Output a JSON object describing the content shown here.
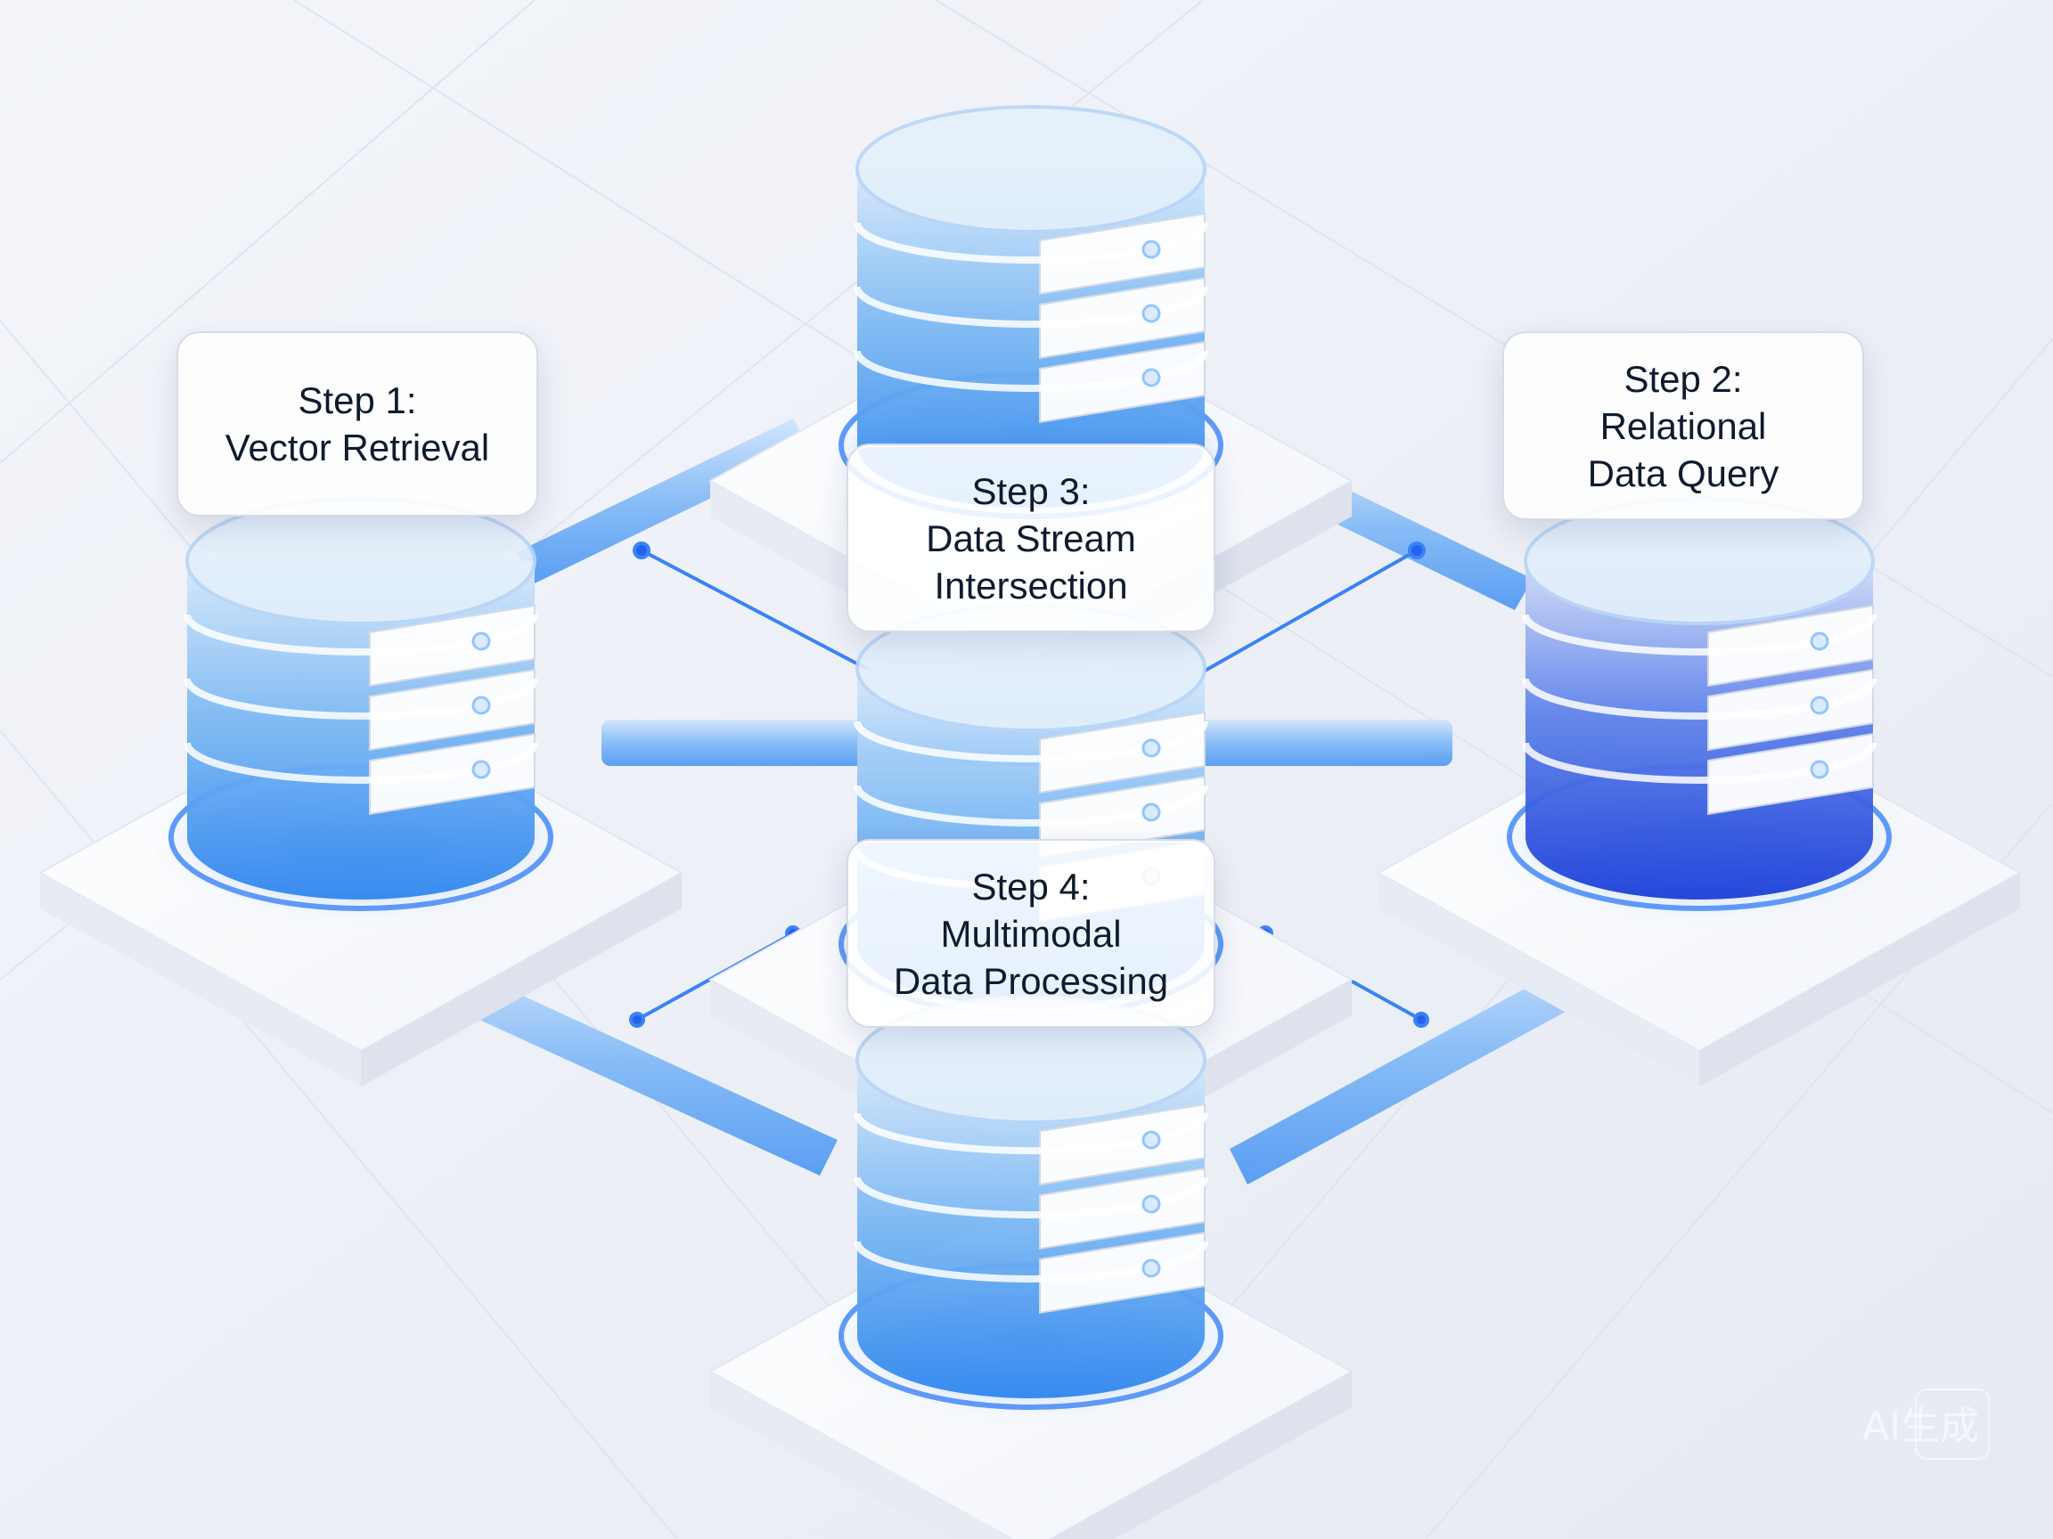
{
  "steps": [
    {
      "id": "step-1",
      "lines": [
        "Step 1:",
        "Vector Retrieval"
      ]
    },
    {
      "id": "step-2",
      "lines": [
        "Step 2:",
        "Relational",
        "Data Query"
      ]
    },
    {
      "id": "step-3",
      "lines": [
        "Step 3:",
        "Data Stream",
        "Intersection"
      ]
    },
    {
      "id": "step-4",
      "lines": [
        "Step 4:",
        "Multimodal",
        "Data Processing"
      ]
    }
  ],
  "watermark": "AI生成",
  "colors": {
    "background": "#eef1f7",
    "accent_blue": "#3b82f6",
    "deep_blue": "#1d4ed8",
    "light_blue": "#93c5fd",
    "platform": "#ffffff",
    "text": "#0f1b2e"
  },
  "icons": [
    "database-cylinder-icon",
    "connector-pipe-icon",
    "platform-tile-icon"
  ]
}
